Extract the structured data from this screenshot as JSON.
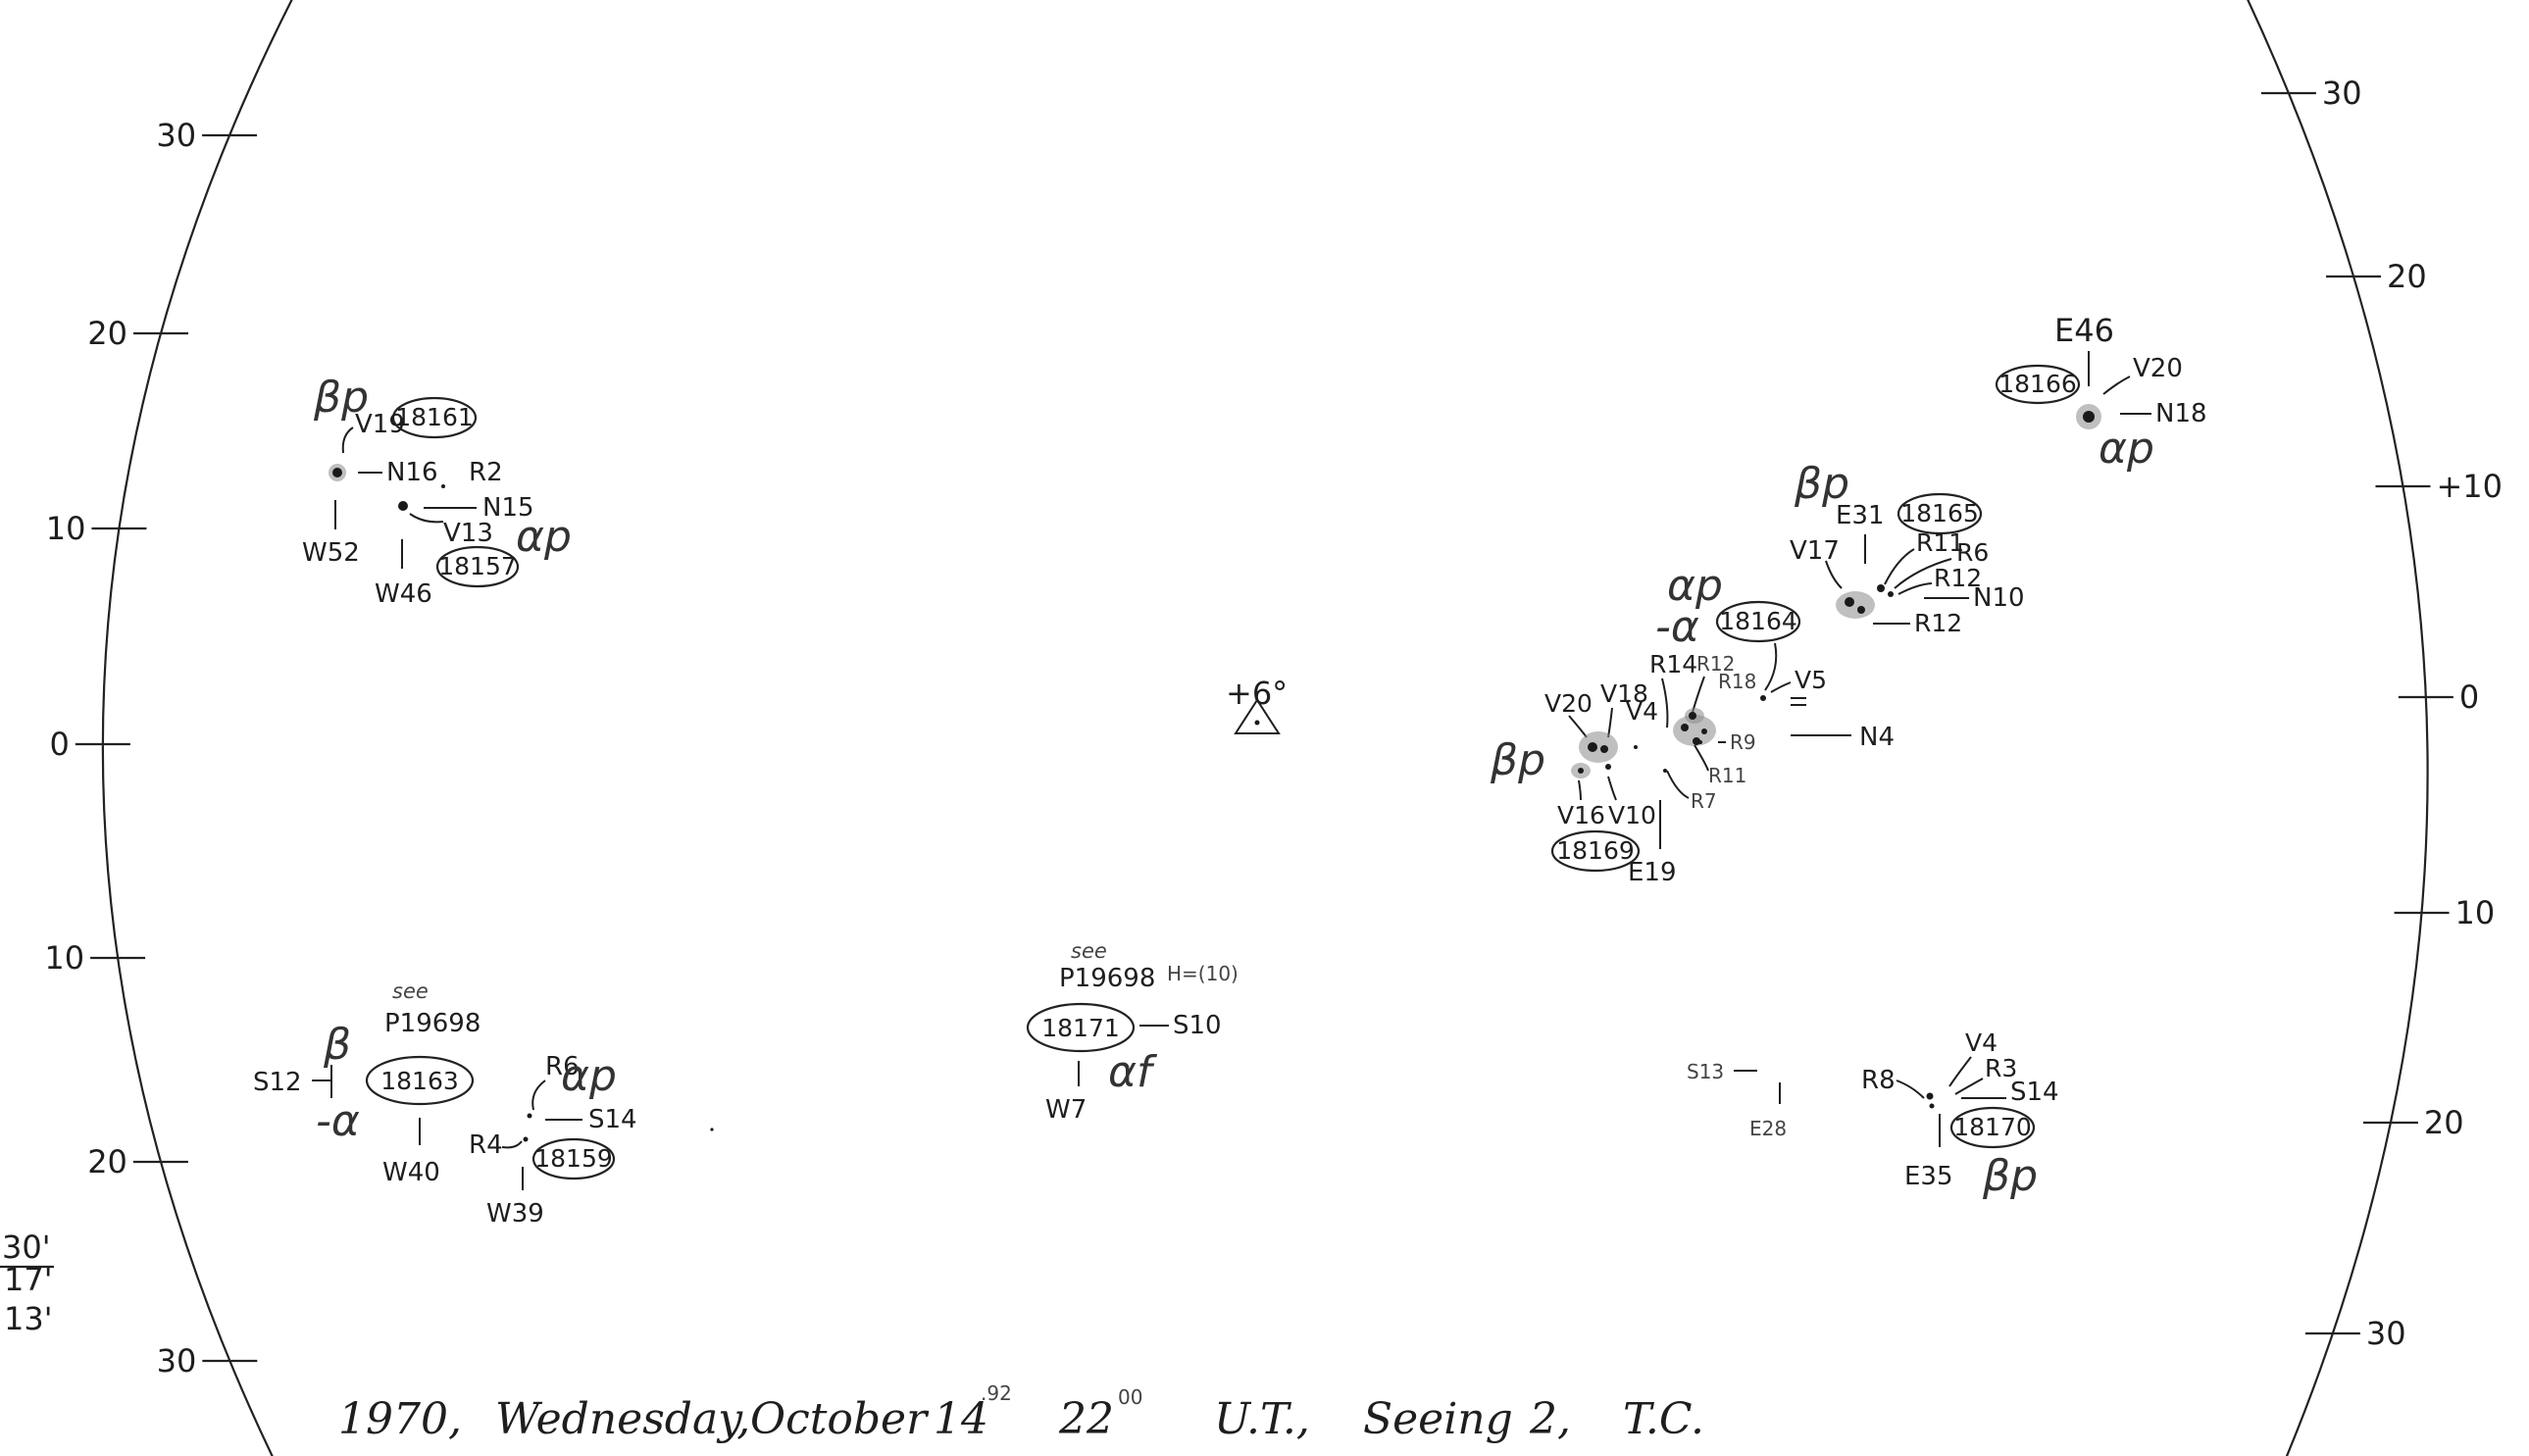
{
  "scale": {
    "left": [
      {
        "label": "30",
        "y": 0.093
      },
      {
        "label": "20",
        "y": 0.229
      },
      {
        "label": "10",
        "y": 0.363
      },
      {
        "label": "0",
        "y": 0.511
      },
      {
        "label": "10",
        "y": 0.658
      },
      {
        "label": "20",
        "y": 0.798
      },
      {
        "label": "30",
        "y": 0.935
      }
    ],
    "right": [
      {
        "label": "30",
        "y": 0.064
      },
      {
        "label": "20",
        "y": 0.19
      },
      {
        "label": "+10",
        "y": 0.334
      },
      {
        "label": "0",
        "y": 0.479
      },
      {
        "label": "10",
        "y": 0.627
      },
      {
        "label": "20",
        "y": 0.771
      },
      {
        "label": "30",
        "y": 0.916
      }
    ],
    "margin_notes": [
      "30'",
      "17'",
      "13'"
    ]
  },
  "center_mark": "+6°",
  "regions": {
    "r18161": {
      "number": "18161",
      "class": "βp",
      "spot_labels": [
        "V19",
        "N16",
        "R2",
        "W52"
      ]
    },
    "r18157": {
      "number": "18157",
      "class": "αp",
      "spot_labels": [
        "N15",
        "V13",
        "W46"
      ]
    },
    "r18166": {
      "number": "18166",
      "class": "αp",
      "spot_labels": [
        "E46",
        "V20",
        "N18"
      ]
    },
    "r18165": {
      "number": "18165",
      "class": "βp",
      "spot_labels": [
        "E31",
        "V17",
        "R11",
        "R6",
        "R12",
        "N10",
        "R12"
      ]
    },
    "r18164": {
      "number": "18164",
      "class": "αp",
      "sub": "-α",
      "spot_labels": [
        "R14",
        "R12",
        "R18",
        "V5",
        "N4",
        "R9",
        "R11",
        "R7"
      ]
    },
    "r18169": {
      "number": "18169",
      "class": "βp",
      "spot_labels": [
        "V20",
        "V18",
        "V4",
        "V16",
        "V10",
        "E19"
      ]
    },
    "r18163": {
      "number": "18163",
      "class": "β",
      "sub": "-α",
      "note_top": "see",
      "note": "P19698",
      "spot_labels": [
        "S12",
        "W40"
      ]
    },
    "r18159": {
      "number": "18159",
      "class": "αp",
      "spot_labels": [
        "R6",
        "S14",
        "R4",
        "W39"
      ]
    },
    "r18171": {
      "number": "18171",
      "class": "αf",
      "note_top": "see",
      "note": "P19698",
      "note_h": "H=(10)",
      "spot_labels": [
        "S10",
        "W7"
      ]
    },
    "r18170": {
      "number": "18170",
      "class": "βp",
      "spot_labels": [
        "R8",
        "V4",
        "R3",
        "S14",
        "E35"
      ]
    },
    "plage": {
      "spot_labels": [
        "S13",
        "E28"
      ]
    }
  },
  "footer": {
    "year": "1970,",
    "weekday": "Wednesday,",
    "month": "October",
    "day": "14",
    "day_frac": ".92",
    "time": "22",
    "time_min": "00",
    "ut": "U.T.,",
    "seeing": "Seeing",
    "seeing_val": "2,",
    "observer": "T.C."
  }
}
